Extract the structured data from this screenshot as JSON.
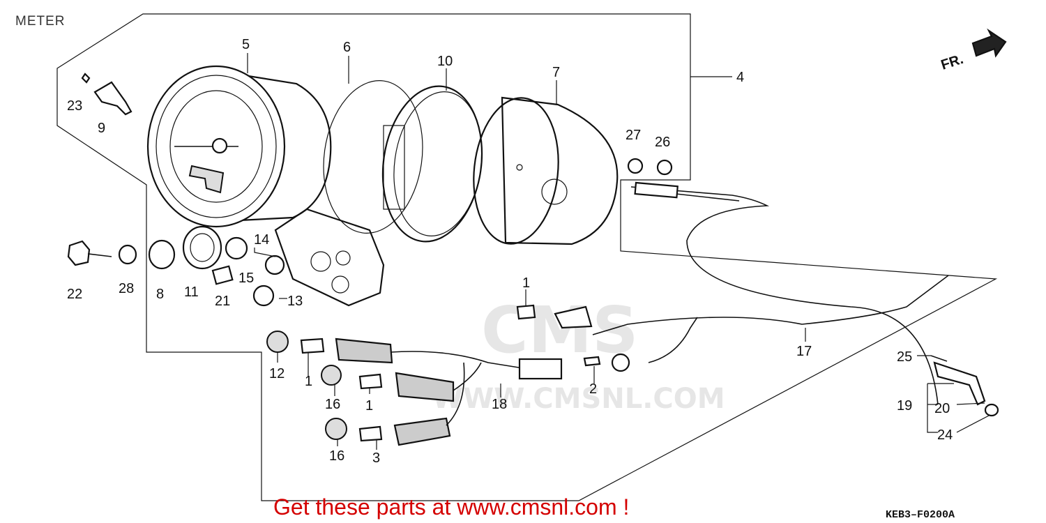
{
  "diagram": {
    "title": "METER",
    "promo_text": "Get these parts at www.cmsnl.com !",
    "diagram_code": "KEB3–F0200A",
    "direction_label": "FR.",
    "watermark": {
      "logo_text": "CMS",
      "url_text": "WWW.CMSNL.COM"
    },
    "part_labels": {
      "p1a": "1",
      "p1b": "1",
      "p1c": "1",
      "p2": "2",
      "p3": "3",
      "p4": "4",
      "p5": "5",
      "p6": "6",
      "p7": "7",
      "p8": "8",
      "p9": "9",
      "p10": "10",
      "p11": "11",
      "p12": "12",
      "p13": "13",
      "p14": "14",
      "p15": "15",
      "p16a": "16",
      "p16b": "16",
      "p17": "17",
      "p18": "18",
      "p19": "19",
      "p20": "20",
      "p21": "21",
      "p22": "22",
      "p23": "23",
      "p24": "24",
      "p25": "25",
      "p26": "26",
      "p27": "27",
      "p28": "28"
    },
    "colors": {
      "line": "#111111",
      "promo": "#d40000",
      "watermark": "#e6e6e6"
    }
  }
}
